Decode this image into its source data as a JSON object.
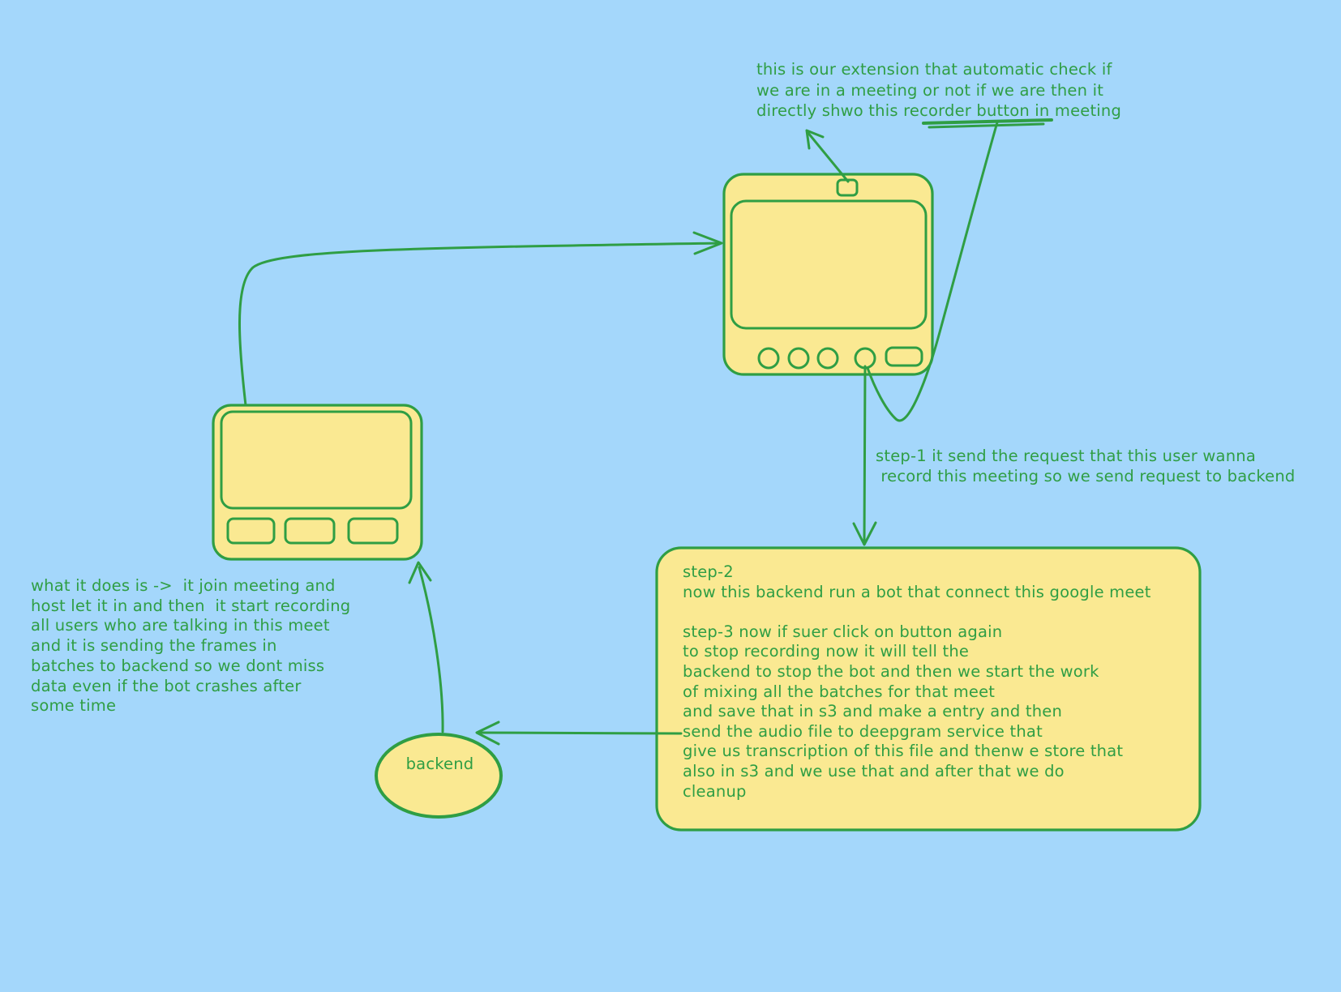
{
  "palette": {
    "background": "#a4d7fb",
    "shape_fill": "#fae992",
    "stroke": "#2f9e44",
    "text": "#2f9e44"
  },
  "notes": {
    "extension": "this is our extension that automatic check if\nwe are in a meeting or not if we are then it\ndirectly shwo this recorder button in meeting",
    "step1": "step-1 it send the request that this user wanna\n record this meeting so we send request to backend",
    "bot_behavior": "what it does is ->  it join meeting and\nhost let it in and then  it start recording\nall users who are talking in this meet\nand it is sending the frames in\nbatches to backend so we dont miss\ndata even if the bot crashes after\nsome time",
    "steps": "step-2\nnow this backend run a bot that connect this google meet\n\nstep-3 now if suer click on button again\nto stop recording now it will tell the\nbackend to stop the bot and then we start the work\nof mixing all the batches for that meet\nand save that in s3 and make a entry and then\nsend the audio file to deepgram service that\ngive us transcription of this file and thenw e store that\nalso in s3 and we use that and after that we do\ncleanup"
  },
  "labels": {
    "backend": "backend"
  },
  "connections": [
    {
      "from": "bot-laptop",
      "to": "meeting-monitor"
    },
    {
      "from": "monitor-camera",
      "to": "extension-note"
    },
    {
      "from": "recorder-button-underline",
      "to": "recorder-button"
    },
    {
      "from": "recorder-button",
      "to": "steps-box",
      "step": "step-1"
    },
    {
      "from": "steps-box",
      "to": "backend-node"
    },
    {
      "from": "backend-node",
      "to": "bot-laptop"
    }
  ]
}
